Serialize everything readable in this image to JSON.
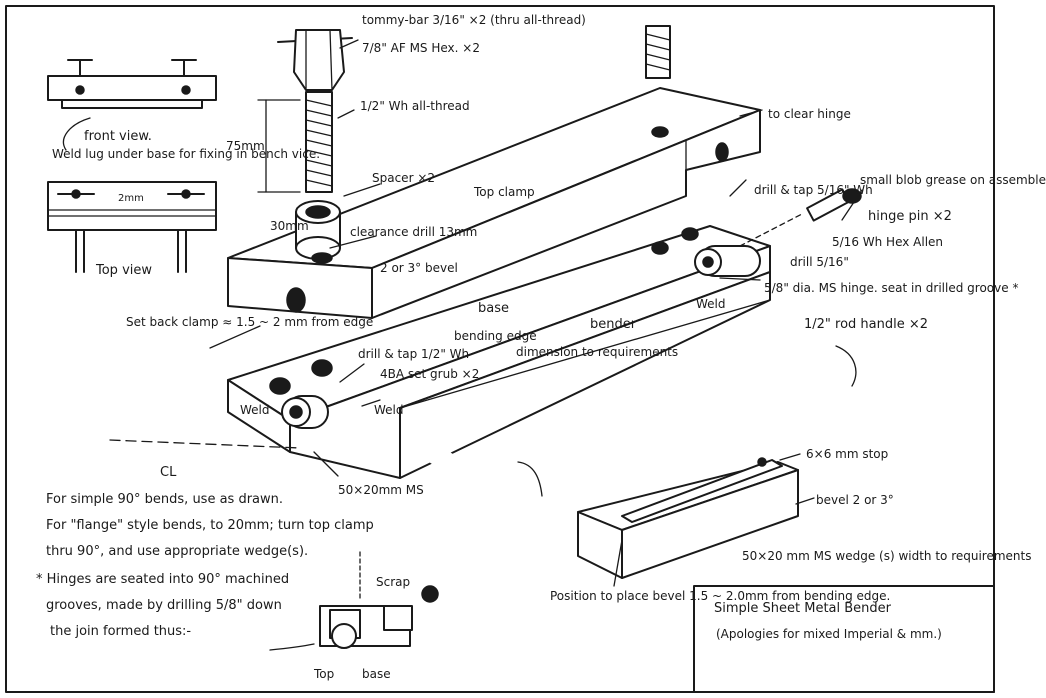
{
  "labels": {
    "tommy_bar": "tommy-bar 3/16\" ×2 (thru all-thread)",
    "hex": "7/8\" AF MS Hex. ×2",
    "allthread": "1/2\" Wh all-thread",
    "dim_75": "75mm",
    "spacer": "Spacer ×2",
    "top_clamp": "Top clamp",
    "to_clear_hinge": "to clear hinge",
    "clearance": "clearance drill 13mm",
    "dim_30": "30mm",
    "bevel_2or3": "2 or 3° bevel",
    "drill_tap_1": "drill & tap 5/16\" Wh",
    "small_blob": "small blob grease on assemble",
    "hinge_pin": "hinge pin ×2",
    "hex_allen": "5/16 Wh Hex Allen",
    "drill_5_16": "drill 5/16\"",
    "ms_hinge": "5/8\" dia. MS hinge. seat in drilled groove *",
    "weld_right": "Weld",
    "base": "base",
    "bender": "bender",
    "rod_handle": "1/2\" rod handle ×2",
    "set_back": "Set back clamp ≈ 1.5 ~ 2 mm from edge",
    "bending_edge": "bending edge",
    "dimension": "dimension to requirements",
    "drill_tap_2": "drill & tap 1/2\" Wh",
    "set_grub": "4BA set grub ×2",
    "weld_left": "Weld",
    "weld_mid": "Weld",
    "cl": "CL",
    "ms_50x20": "50×20mm MS",
    "stop": "6×6 mm stop",
    "bevel_wedge": "bevel 2 or 3°",
    "wedge": "50×20 mm MS wedge (s) width to requirements",
    "position": "Position to place bevel 1.5 ~ 2.0mm from bending edge.",
    "front_view": "front view.",
    "weld_lug": "Weld lug under base for fixing in bench vice.",
    "dim_2mm": "2mm",
    "top_view": "Top view",
    "scrap": "Scrap",
    "top_small": "Top",
    "base_small": "base"
  },
  "notes": {
    "line1": "For simple 90° bends, use as drawn.",
    "line2": "For \"flange\" style bends, to 20mm; turn top clamp",
    "line3": "thru 90°, and use appropriate wedge(s).",
    "line4": "* Hinges are seated into 90° machined",
    "line5": "grooves, made by drilling 5/8\" down",
    "line6": "the join formed thus:-"
  },
  "title_box": {
    "title": "Simple Sheet Metal Bender",
    "subtitle": "(Apologies for mixed Imperial & mm.)"
  }
}
